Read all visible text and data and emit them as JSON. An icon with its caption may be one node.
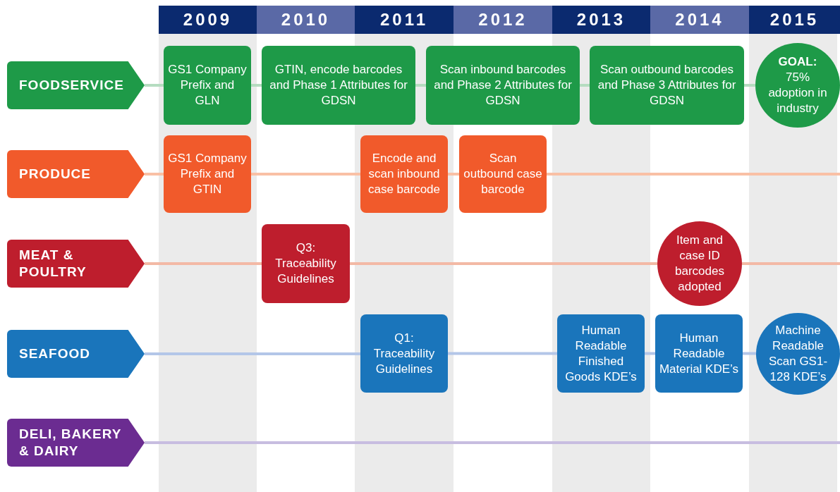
{
  "diagram": {
    "nodes": [
      {
        "text": [
          "2009"
        ]
      },
      {
        "text": [
          "2010"
        ]
      },
      {
        "text": [
          "2011"
        ]
      },
      {
        "text": [
          "2012"
        ]
      },
      {
        "text": [
          "2013"
        ]
      },
      {
        "text": [
          "2014"
        ]
      },
      {
        "text": [
          "2015"
        ]
      },
      {
        "text": [
          "FOODSERVICE"
        ]
      },
      {
        "text": [
          "GS1 Company Prefix and GLN"
        ]
      },
      {
        "text": [
          "GTIN, encode barcodes and Phase 1 Attributes for GDSN"
        ]
      },
      {
        "text": [
          "Scan inbound barcodes and Phase 2 Attributes for GDSN"
        ]
      },
      {
        "text": [
          "Scan outbound barcodes and Phase 3 Attributes for GDSN"
        ]
      },
      {
        "text": [
          "GOAL:",
          "75% adoption in industry"
        ]
      },
      {
        "text": [
          "PRODUCE"
        ]
      },
      {
        "text": [
          "GS1 Company Prefix and GTIN"
        ]
      },
      {
        "text": [
          "Encode and scan inbound case barcode"
        ]
      },
      {
        "text": [
          "Scan outbound case barcode"
        ]
      },
      {
        "text": [
          "MEAT & POULTRY"
        ]
      },
      {
        "text": [
          "Q3: Traceability Guidelines"
        ]
      },
      {
        "text": [
          "Item and case ID barcodes adopted"
        ]
      },
      {
        "text": [
          "SEAFOOD"
        ]
      },
      {
        "text": [
          "Q1: Traceability Guidelines"
        ]
      },
      {
        "text": [
          "Human Readable Finished Goods KDE’s"
        ]
      },
      {
        "text": [
          "Human Readable Material KDE’s"
        ]
      },
      {
        "text": [
          "Machine Readable Scan GS1-128 KDE’s"
        ]
      },
      {
        "text": [
          "DELI, BAKERY & DAIRY"
        ]
      }
    ],
    "edges": [
      {
        "from": 7,
        "to": 8,
        "arrow": "none",
        "color": "#b5dcc0"
      },
      {
        "from": 8,
        "to": 9,
        "arrow": "none",
        "color": "#b5dcc0"
      },
      {
        "from": 9,
        "to": 10,
        "arrow": "none",
        "color": "#b5dcc0"
      },
      {
        "from": 10,
        "to": 11,
        "arrow": "none",
        "color": "#b5dcc0"
      },
      {
        "from": 11,
        "to": 12,
        "arrow": "none",
        "color": "#b5dcc0"
      },
      {
        "from": 13,
        "to": 14,
        "arrow": "none",
        "color": "#f9c0a5"
      },
      {
        "from": 14,
        "to": 15,
        "arrow": "none",
        "color": "#f9c0a5"
      },
      {
        "from": 15,
        "to": 16,
        "arrow": "none",
        "color": "#f9c0a5"
      },
      {
        "from": 16,
        "to": null,
        "arrow": "none",
        "color": "#f9c0a5"
      },
      {
        "from": 17,
        "to": 18,
        "arrow": "none",
        "color": "#f3b9a5"
      },
      {
        "from": 18,
        "to": 19,
        "arrow": "none",
        "color": "#f3b9a5"
      },
      {
        "from": 19,
        "to": null,
        "arrow": "none",
        "color": "#f3b9a5"
      },
      {
        "from": 20,
        "to": 21,
        "arrow": "none",
        "color": "#b3c6e8"
      },
      {
        "from": 21,
        "to": 22,
        "arrow": "none",
        "color": "#b3c6e8"
      },
      {
        "from": 22,
        "to": 23,
        "arrow": "none",
        "color": "#b3c6e8"
      },
      {
        "from": 23,
        "to": 24,
        "arrow": "none",
        "color": "#b3c6e8"
      },
      {
        "from": 25,
        "to": null,
        "arrow": "none",
        "color": "#c7bde0"
      }
    ]
  }
}
